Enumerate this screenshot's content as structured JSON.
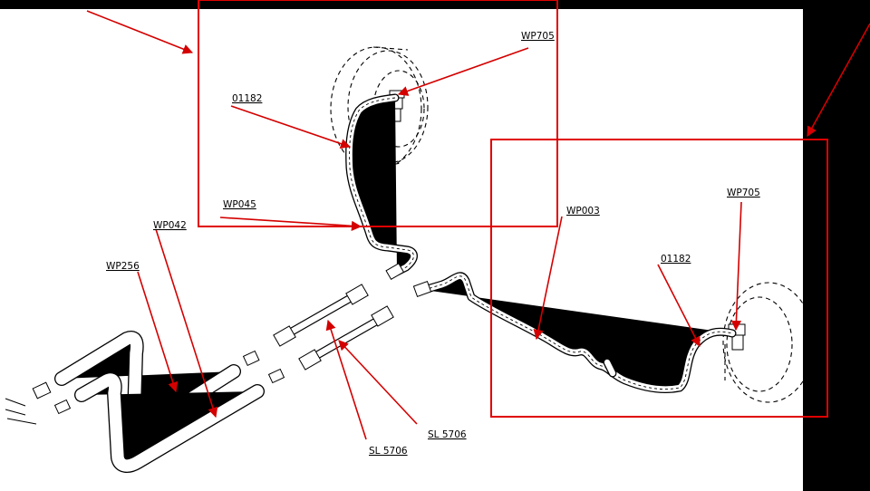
{
  "labels": {
    "wp705_top": "WP705",
    "p01182_top": "01182",
    "wp045": "WP045",
    "wp042": "WP042",
    "wp256": "WP256",
    "wp003": "WP003",
    "p01182_right": "01182",
    "wp705_right": "WP705",
    "sl5706_right": "SL 5706",
    "sl5706_left": "SL 5706"
  },
  "colors": {
    "background": "#000000",
    "sheet": "#ffffff",
    "annotation": "#e00000"
  },
  "icons": {
    "arrowhead": "arrowhead-icon"
  }
}
